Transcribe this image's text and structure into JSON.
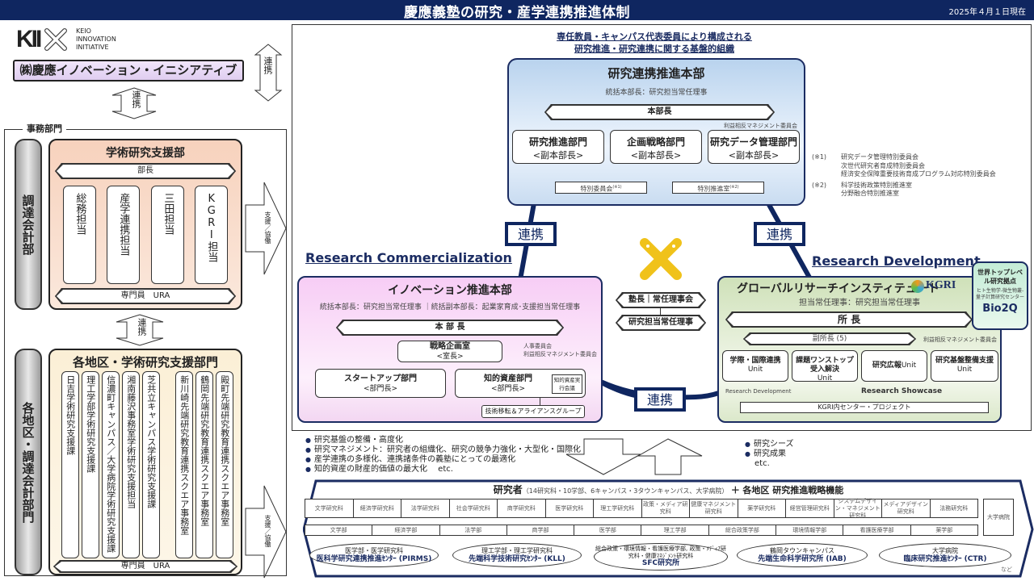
{
  "header": {
    "title": "慶應義塾の研究・産学連携推進体制",
    "date": "2025年４月１日現在"
  },
  "kii": {
    "logo_mark": "KII",
    "logo_text": [
      "KEIO",
      "INNOVATION",
      "INITIATIVE"
    ],
    "company": "㈱慶應イノベーション・イニシアティブ",
    "link_label": "連携"
  },
  "office": {
    "section_label": "事務部門",
    "link_label": "連携",
    "procurement": "調達会計部",
    "academic_support": {
      "title": "学術研究支援部",
      "head": "部長",
      "units": [
        "総務担当",
        "産学連携担当",
        "三田担当",
        "KGRI担当"
      ],
      "staff": "専門員　URA",
      "arrow": "支援／協働"
    },
    "regional_procurement": "各地区・調達会計部門",
    "regional": {
      "title": "各地区・学術研究支援部門",
      "units": [
        "日吉学術研究支援課",
        "理工学部学術研究支援課",
        "信濃町キャンパス／大学病院学術研究支援課",
        "湘南藤沢事務室学術研究支援担当",
        "芝共立キャンパス学術研究支援課",
        "新川崎先端研究教育連携スクエア事務室",
        "鶴岡先端研究教育連携スクエア事務室",
        "殿町先端研究教育連携スクエア事務室"
      ],
      "staff": "専門員　URA",
      "arrow": "支援／協働"
    }
  },
  "hq": {
    "caption": [
      "専任教員・キャンパス代表委員により構成される",
      "研究推進・研究連携に関する基盤的組織"
    ],
    "title": "研究連携推進本部",
    "subtitle": "統括本部長：研究担当常任理事",
    "head": "本部長",
    "committee": "利益相反マネジメント委員会",
    "divisions": [
      {
        "name": "研究推進部門",
        "role": "<副本部長>"
      },
      {
        "name": "企画戦略部門",
        "role": "<副本部長>"
      },
      {
        "name": "研究データ管理部門",
        "role": "<副本部長>"
      }
    ],
    "special_committee": "特別委員会",
    "special_committee_note": "(※1)",
    "special_office": "特別推進室",
    "special_office_note": "(※2)"
  },
  "notes": [
    {
      "mark": "(※1)",
      "lines": [
        "研究データ管理特別委員会",
        "次世代研究者育成特別委員会",
        "経済安全保障重要技術育成プログラム対応特別委員会"
      ]
    },
    {
      "mark": "(※2)",
      "lines": [
        "科学技術政策特別推進室",
        "分野融合特別推進室"
      ]
    }
  ],
  "links": {
    "left": "連携",
    "right": "連携",
    "bottom": "連携"
  },
  "center": {
    "president": "塾長｜常任理事会",
    "vp": "研究担当常任理事"
  },
  "innovation": {
    "heading": "Research Commercialization",
    "title": "イノベーション推進本部",
    "subtitle": "統括本部長：研究担当常任理事 ｜統括副本部長：起業家育成･支援担当常任理事",
    "head": "本 部 長",
    "strategy": {
      "name": "戦略企画室",
      "role": "<室長>"
    },
    "committees": [
      "人事委員会",
      "利益相反マネジメント委員会"
    ],
    "startup": {
      "name": "スタートアップ部門",
      "role": "<部門長>"
    },
    "ip": {
      "name": "知的資産部門",
      "role": "<部門長>"
    },
    "ip_council": "知的資産実行会議",
    "tech_transfer": "技術移転＆アライアンスグループ"
  },
  "kgri": {
    "heading": "Research Development",
    "title": "グローバルリサーチインスティテュート",
    "logo": "KGRI",
    "subtitle": "担当常任理事：研究担当常任理事",
    "head": "所 長",
    "deputy": "副所長 (5)",
    "committee": "利益相反マネジメント委員会",
    "units": [
      {
        "name": "学際・国際連携",
        "suffix": "Unit"
      },
      {
        "name": "課題ワンストップ受入解決",
        "suffix": "Unit"
      },
      {
        "name": "研究広報",
        "suffix": "Unit"
      },
      {
        "name": "研究基盤整備支援",
        "suffix": "Unit"
      }
    ],
    "label_left": "Research Development",
    "label_center": "Research Showcase",
    "projects": "KGRI内センター・プロジェクト"
  },
  "bio2q": {
    "title": "世界トップレベル研究拠点",
    "subtitle": "ヒト生物学-微生物叢-量子計算研究センター",
    "logo": "Bio2Q"
  },
  "bullets_down": [
    "研究基盤の整備・高度化",
    "研究マネジメント：研究者の組織化、研究の競争力強化・大型化・国際化",
    "産学連携の多様化、連携諸条件の義塾にとっての最適化",
    "知的資産の財産的価値の最大化　 etc."
  ],
  "bullets_up": [
    "研究シーズ",
    "研究成果"
  ],
  "bullets_up_etc": "etc.",
  "researchers": {
    "title": "研究者",
    "detail": "（14研究科・10学部、6キャンパス・3タウンキャンパス、大学病院）",
    "plus": "＋",
    "regional": "各地区 研究推進戦略機能",
    "graduate_schools": [
      "文学研究科",
      "経済学研究科",
      "法学研究科",
      "社会学研究科",
      "商学研究科",
      "医学研究科",
      "理工学研究科",
      "政策・メディア研究科",
      "健康マネジメント研究科",
      "薬学研究科",
      "経営管理研究科",
      "システムデザイン・マネジメント研究科",
      "メディアデザイン研究科",
      "法務研究科"
    ],
    "faculties": [
      "文学部",
      "経済学部",
      "法学部",
      "商学部",
      "医学部",
      "理工学部",
      "総合政策学部",
      "環境情報学部",
      "看護医療学部",
      "薬学部"
    ],
    "hospital": "大学病院",
    "centers": [
      {
        "sub": "医学部・医学研究科",
        "name": "医科学研究連携推進ｾﾝﾀｰ (PIRMS)"
      },
      {
        "sub": "理工学部・理工学研究科",
        "name": "先端科学技術研究ｾﾝﾀｰ (KLL)"
      },
      {
        "sub": "総合政策・環境情報・看護医療学部, 政策・ﾒﾃﾞｨｱ研究科・健康ﾏﾈｼﾞﾒﾝﾄ研究科",
        "name": "SFC研究所"
      },
      {
        "sub": "鶴岡タウンキャンパス",
        "name": "先端生命科学研究所 (IAB)"
      },
      {
        "sub": "大学病院",
        "name": "臨床研究推進ｾﾝﾀｰ (CTR)"
      }
    ],
    "etc": "など"
  }
}
